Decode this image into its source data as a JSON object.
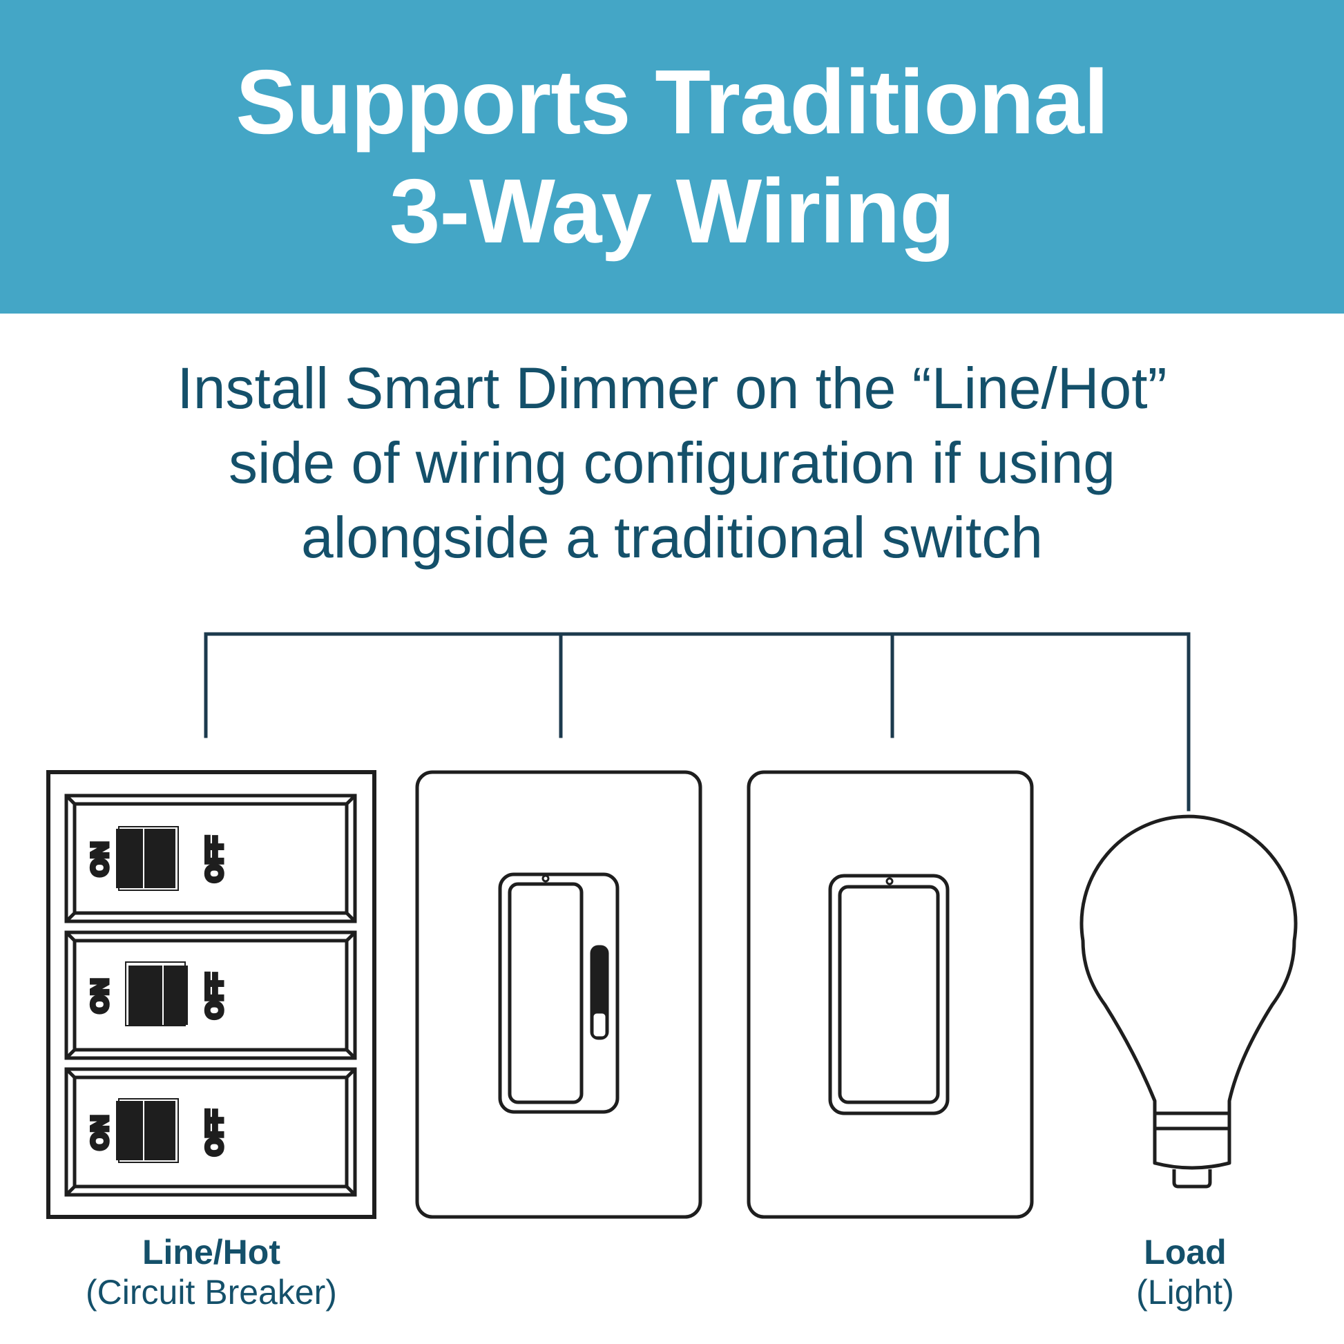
{
  "colors": {
    "banner": "#44a6c6",
    "banner_text": "#ffffff",
    "accent_text": "#14506a",
    "wire": "#1c3a4d",
    "line_art": "#1e1e1e"
  },
  "header": {
    "title_lines": [
      "Supports Traditional",
      "3-Way Wiring"
    ]
  },
  "instruction": {
    "lines": [
      "Install Smart Dimmer on the “Line/Hot”",
      "side of wiring configuration if using",
      "alongside a traditional switch"
    ]
  },
  "breaker": {
    "on_label": "ON",
    "off_label": "OFF",
    "caption_title": "Line/Hot",
    "caption_sub": "(Circuit Breaker)"
  },
  "load": {
    "caption_title": "Load",
    "caption_sub": "(Light)"
  },
  "icons": [
    "circuit-breaker-icon",
    "smart-dimmer-icon",
    "traditional-switch-icon",
    "light-bulb-icon"
  ]
}
